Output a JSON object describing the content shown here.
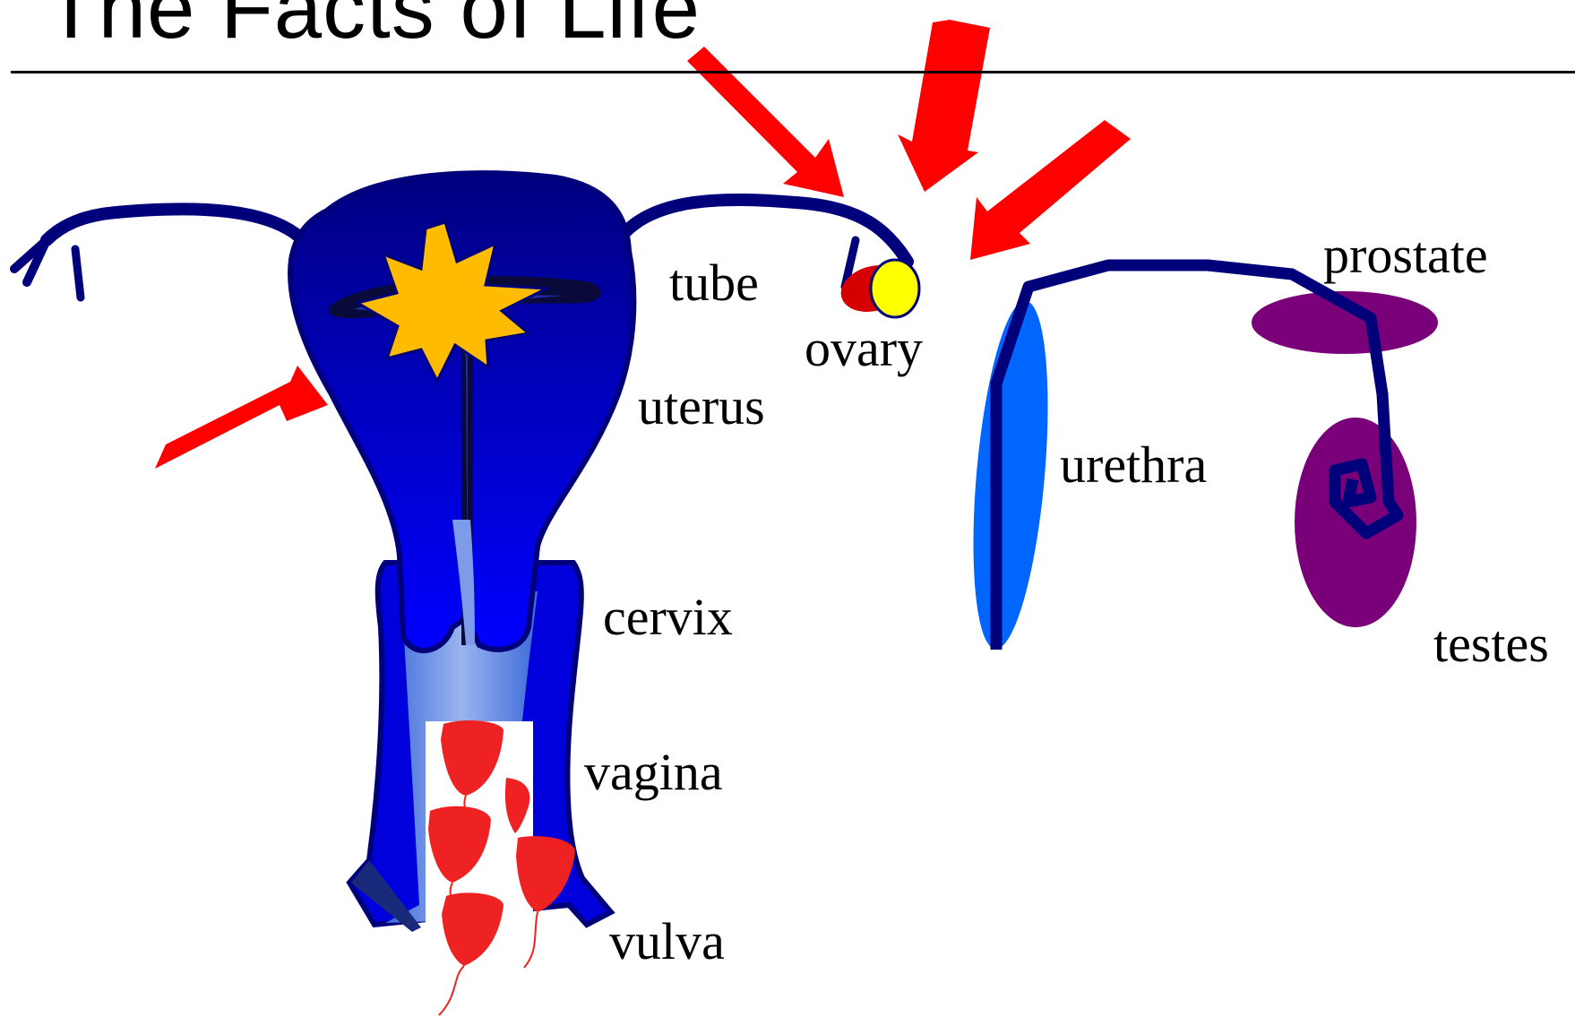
{
  "slide": {
    "title": "The Facts of Life"
  },
  "labels": {
    "tube": "tube",
    "ovary": "ovary",
    "uterus": "uterus",
    "cervix": "cervix",
    "vagina": "vagina",
    "vulva": "vulva",
    "urethra": "urethra",
    "prostate": "prostate",
    "testes": "testes"
  },
  "colors": {
    "arrow": "#ff0000",
    "organ_dark": "#00007a",
    "organ_mid": "#0000dd",
    "organ_light": "#5a84e0",
    "urethra_fill": "#0066ff",
    "male_organ": "#7a007a",
    "star": "#ffbb00",
    "egg": "#ffff00",
    "sperm": "#ee2222"
  }
}
